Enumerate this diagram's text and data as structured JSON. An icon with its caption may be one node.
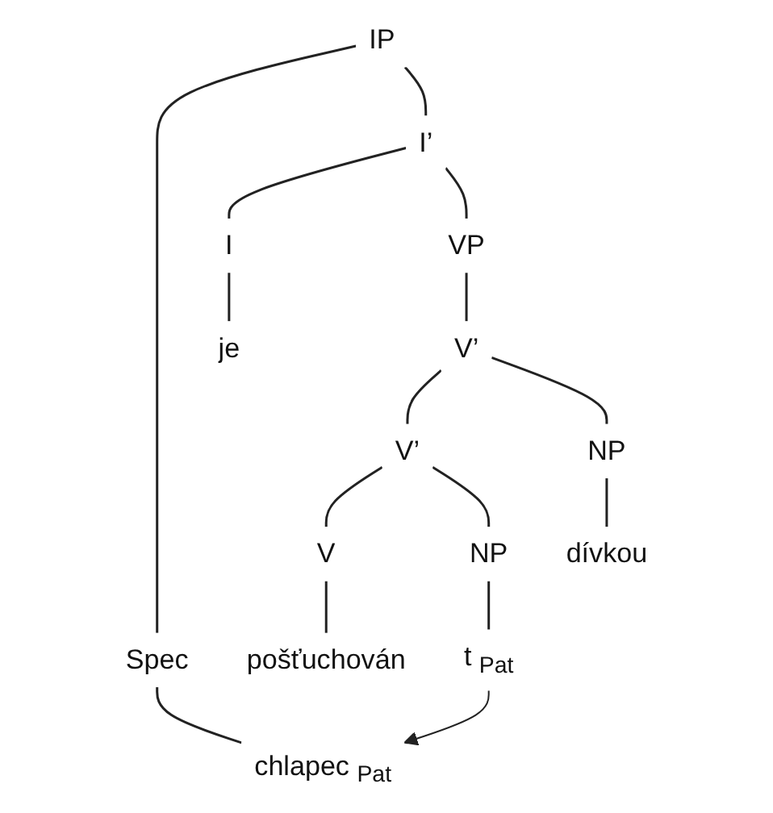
{
  "diagram": {
    "nodes": [
      {
        "text": [
          "IP"
        ]
      },
      {
        "text": [
          "Spec"
        ]
      },
      {
        "text": [
          "I’"
        ]
      },
      {
        "text": [
          "chlapec $_{Pat}$"
        ]
      },
      {
        "text": [
          "I"
        ]
      },
      {
        "text": [
          "VP"
        ]
      },
      {
        "text": [
          "je"
        ]
      },
      {
        "text": [
          "V’"
        ]
      },
      {
        "text": [
          "V’"
        ]
      },
      {
        "text": [
          "NP"
        ]
      },
      {
        "text": [
          "V"
        ]
      },
      {
        "text": [
          "NP"
        ]
      },
      {
        "text": [
          "dívkou"
        ]
      },
      {
        "text": [
          "pošťuchován"
        ]
      },
      {
        "text": [
          "t $_{Pat}$"
        ]
      }
    ],
    "edges": [
      {
        "from": 0,
        "to": 1,
        "arrow": "none"
      },
      {
        "from": 0,
        "to": 2,
        "arrow": "none"
      },
      {
        "from": 1,
        "to": 3,
        "arrow": "none"
      },
      {
        "from": 2,
        "to": 4,
        "arrow": "none"
      },
      {
        "from": 2,
        "to": 5,
        "arrow": "none"
      },
      {
        "from": 4,
        "to": 6,
        "arrow": "none"
      },
      {
        "from": 5,
        "to": 7,
        "arrow": "none"
      },
      {
        "from": 7,
        "to": 8,
        "arrow": "none"
      },
      {
        "from": 7,
        "to": 9,
        "arrow": "none"
      },
      {
        "from": 8,
        "to": 10,
        "arrow": "none"
      },
      {
        "from": 8,
        "to": 11,
        "arrow": "none"
      },
      {
        "from": 9,
        "to": 12,
        "arrow": "none"
      },
      {
        "from": 10,
        "to": 13,
        "arrow": "none"
      },
      {
        "from": 11,
        "to": 14,
        "arrow": "none"
      },
      {
        "from": 14,
        "to": 3,
        "arrow": "to"
      }
    ]
  }
}
